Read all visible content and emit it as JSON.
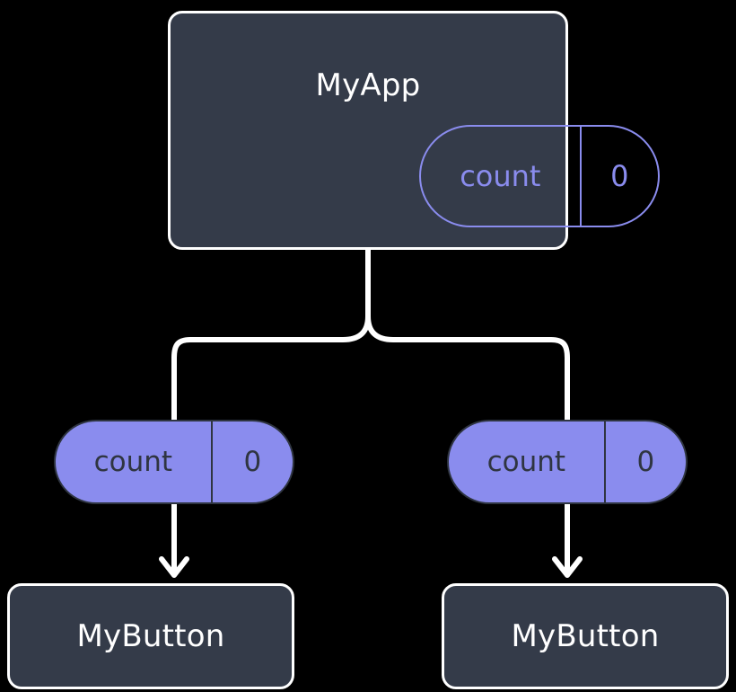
{
  "diagram": {
    "type": "react-component-tree",
    "background_color": "#000000",
    "palette": {
      "node_fill": "#343b49",
      "node_border": "#ffffff",
      "accent_purple": "#8a8cee",
      "dark_text_on_accent": "#2f3541",
      "edge_color": "#ffffff"
    },
    "root": {
      "title": "MyApp",
      "state_pill": {
        "key": "count",
        "value": "0",
        "style": "outlined"
      }
    },
    "children": [
      {
        "props_pill": {
          "key": "count",
          "value": "0",
          "style": "filled"
        },
        "title": "MyButton"
      },
      {
        "props_pill": {
          "key": "count",
          "value": "0",
          "style": "filled"
        },
        "title": "MyButton"
      }
    ]
  }
}
